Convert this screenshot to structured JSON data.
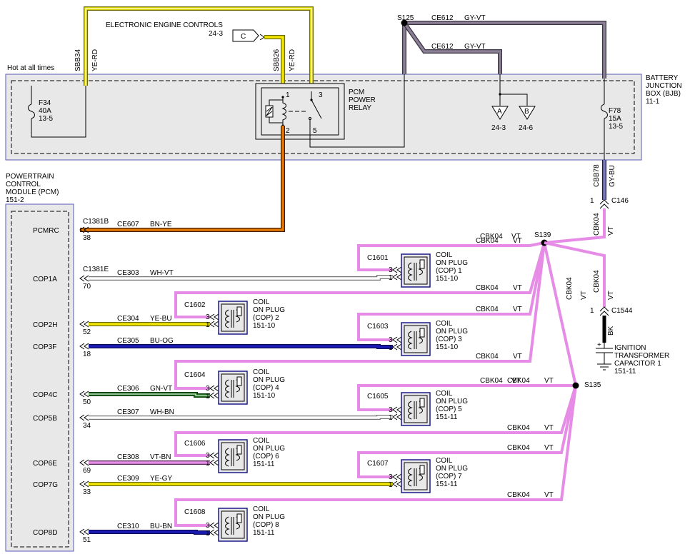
{
  "title": "ELECTRONIC ENGINE CONTROLS",
  "title_ref": "24-3",
  "connector_c": "C",
  "hot_at_all_times": "Hot at all times",
  "bjb": {
    "lines": [
      "BATTERY",
      "JUNCTION",
      "BOX (BJB)",
      "11-1"
    ],
    "fuse_f34": [
      "F34",
      "40A",
      "13-5"
    ],
    "fuse_f78": [
      "F78",
      "15A",
      "13-5"
    ],
    "relay_label": [
      "PCM",
      "POWER",
      "RELAY"
    ],
    "relay_pins": [
      "1",
      "2",
      "3",
      "5"
    ],
    "tri_a": "A",
    "tri_b": "B",
    "tri_a_ref": "24-3",
    "tri_b_ref": "24-6"
  },
  "wires_top": {
    "sbb34": "SBB34",
    "sbb34_color": "YE-RD",
    "sbb26": "SBB26",
    "sbb26_color": "YE-RD",
    "s125": "S125",
    "ce612_a": "CE612",
    "ce612_a_color": "GY-VT",
    "ce612_b": "CE612",
    "ce612_b_color": "GY-VT",
    "cbb78": "CBB78",
    "cbb78_color": "GY-BU",
    "c146": "C146",
    "c146_pin": "1"
  },
  "pcm": {
    "lines": [
      "POWERTRAIN",
      "CONTROL",
      "MODULE (PCM)",
      "151-2"
    ],
    "pins": [
      {
        "name": "PCMRC",
        "pin": "38"
      },
      {
        "name": "COP1A",
        "pin": "70"
      },
      {
        "name": "COP2H",
        "pin": "52"
      },
      {
        "name": "COP3F",
        "pin": "18"
      },
      {
        "name": "COP4C",
        "pin": "50"
      },
      {
        "name": "COP5B",
        "pin": "34"
      },
      {
        "name": "COP6E",
        "pin": "69"
      },
      {
        "name": "COP7G",
        "pin": "33"
      },
      {
        "name": "COP8D",
        "pin": "51"
      }
    ]
  },
  "circuits": [
    {
      "conn": "C1381B",
      "id": "CE607",
      "color": "BN-YE"
    },
    {
      "conn": "C1381E",
      "id": "CE303",
      "color": "WH-VT"
    },
    {
      "conn": "",
      "id": "CE304",
      "color": "YE-BU"
    },
    {
      "conn": "",
      "id": "CE305",
      "color": "BU-OG"
    },
    {
      "conn": "",
      "id": "CE306",
      "color": "GN-VT"
    },
    {
      "conn": "",
      "id": "CE307",
      "color": "WH-BN"
    },
    {
      "conn": "",
      "id": "CE308",
      "color": "VT-BN"
    },
    {
      "conn": "",
      "id": "CE309",
      "color": "YE-GY"
    },
    {
      "conn": "",
      "id": "CE310",
      "color": "BU-BN"
    }
  ],
  "coils": [
    {
      "conn": "C1601",
      "lines": [
        "COIL",
        "ON PLUG",
        "(COP) 1",
        "151-10"
      ]
    },
    {
      "conn": "C1602",
      "lines": [
        "COIL",
        "ON PLUG",
        "(COP) 2",
        "151-10"
      ]
    },
    {
      "conn": "C1603",
      "lines": [
        "COIL",
        "ON PLUG",
        "(COP) 3",
        "151-10"
      ]
    },
    {
      "conn": "C1604",
      "lines": [
        "COIL",
        "ON PLUG",
        "(COP) 4",
        "151-10"
      ]
    },
    {
      "conn": "C1605",
      "lines": [
        "COIL",
        "ON PLUG",
        "(COP) 5",
        "151-11"
      ]
    },
    {
      "conn": "C1606",
      "lines": [
        "COIL",
        "ON PLUG",
        "(COP) 6",
        "151-11"
      ]
    },
    {
      "conn": "C1607",
      "lines": [
        "COIL",
        "ON PLUG",
        "(COP) 7",
        "151-11"
      ]
    },
    {
      "conn": "C1608",
      "lines": [
        "COIL",
        "ON PLUG",
        "(COP) 8",
        "151-11"
      ]
    }
  ],
  "coil_pins": [
    "3",
    "1"
  ],
  "cbk04": "CBK04",
  "vt": "VT",
  "splices": {
    "s139": "S139",
    "s135": "S135"
  },
  "capacitor": {
    "conn": "C1544",
    "pin": "1",
    "wire_color": "BK",
    "lines": [
      "IGNITION",
      "TRANSFORMER",
      "CAPACITOR 1",
      "151-11"
    ]
  },
  "colors": {
    "yellow": "#f2e600",
    "pink": "#e68ce6",
    "gray_violet": "#8a7f95",
    "blue": "#1a1ab5",
    "green": "#1f7a1f",
    "brown": "#7a3b0f",
    "orange": "#e87a00",
    "bjb_fill": "#e8e8e8"
  }
}
